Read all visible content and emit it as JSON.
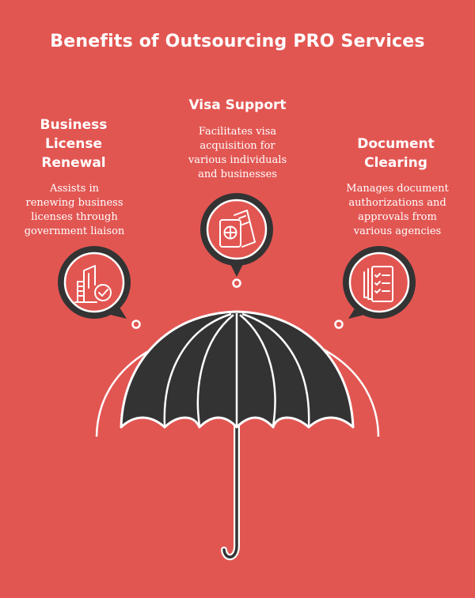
{
  "colors": {
    "background": "#e25652",
    "outline": "#ffffff",
    "umbrella_fill": "#333333",
    "icon_bubble_fill": "#e25652"
  },
  "title": "Benefits of Outsourcing PRO Services",
  "benefits": [
    {
      "heading": "Business License Renewal",
      "heading_lines": [
        "Business",
        "License",
        "Renewal"
      ],
      "description_lines": [
        "Assists in",
        "renewing business",
        "licenses through",
        "government liaison"
      ],
      "icon": "building-check-icon"
    },
    {
      "heading": "Visa Support",
      "heading_lines": [
        "Visa Support"
      ],
      "description_lines": [
        "Facilitates visa",
        "acquisition for",
        "various individuals",
        "and businesses"
      ],
      "icon": "passport-ticket-icon"
    },
    {
      "heading": "Document Clearing",
      "heading_lines": [
        "Document",
        "Clearing"
      ],
      "description_lines": [
        "Manages document",
        "authorizations and",
        "approvals from",
        "various agencies"
      ],
      "icon": "documents-checklist-icon"
    }
  ]
}
